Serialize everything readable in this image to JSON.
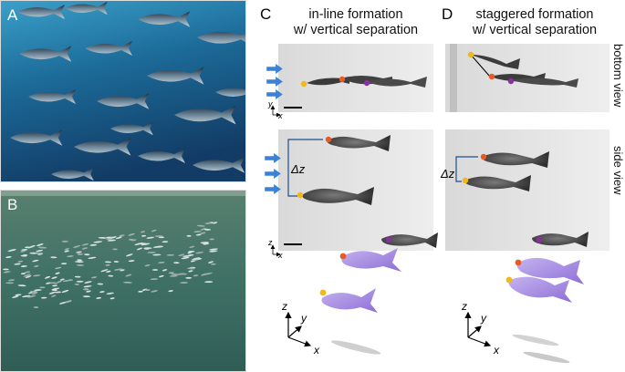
{
  "panels": {
    "a": {
      "letter": "A"
    },
    "b": {
      "letter": "B"
    },
    "c": {
      "letter": "C",
      "title_line1": "in-line formation",
      "title_line2": "w/ vertical separation",
      "delta_label": "Δz"
    },
    "d": {
      "letter": "D",
      "title_line1": "staggered formation",
      "title_line2": "w/ vertical separation",
      "delta_label": "Δz"
    }
  },
  "row_labels": {
    "bottom": "bottom view",
    "side": "side view"
  },
  "axes": {
    "y": "y",
    "x": "x",
    "z": "z"
  },
  "colors": {
    "flow_arrow": "#3b82d4",
    "marker_orange": "#e85a23",
    "marker_yellow": "#f1b81c",
    "marker_purple": "#8a2fa0",
    "fish_3d": "#a88ee0"
  },
  "icons": [
    "flow-arrow-icon",
    "scale-bar",
    "axis-triad-icon"
  ]
}
